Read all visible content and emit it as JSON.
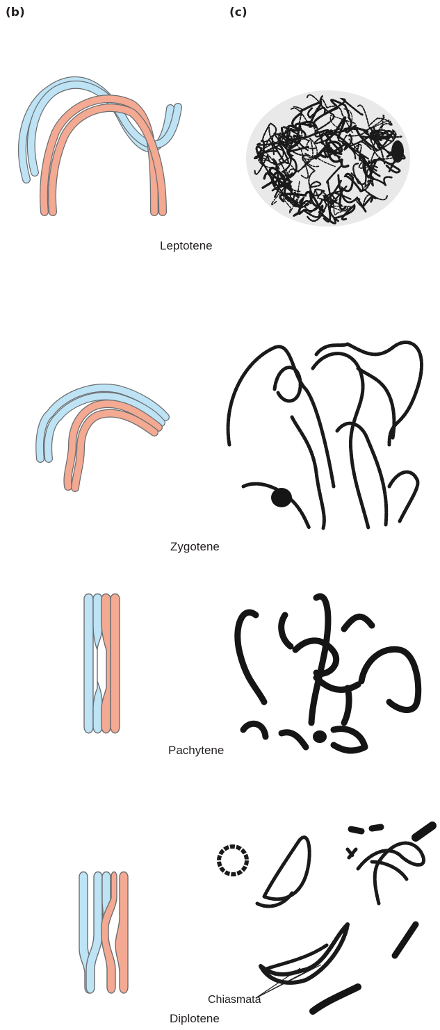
{
  "panels": {
    "b": "(b)",
    "c": "(c)"
  },
  "stages": {
    "leptotene": "Leptotene",
    "zygotene": "Zygotene",
    "pachytene": "Pachytene",
    "diplotene": "Diplotene"
  },
  "annotations": {
    "chiasmata": "Chiasmata"
  },
  "colors": {
    "homolog_a": "#bde3f5",
    "homolog_b": "#f3a992",
    "outline": "#6b6e70",
    "micrograph": "#1a1a1a"
  }
}
